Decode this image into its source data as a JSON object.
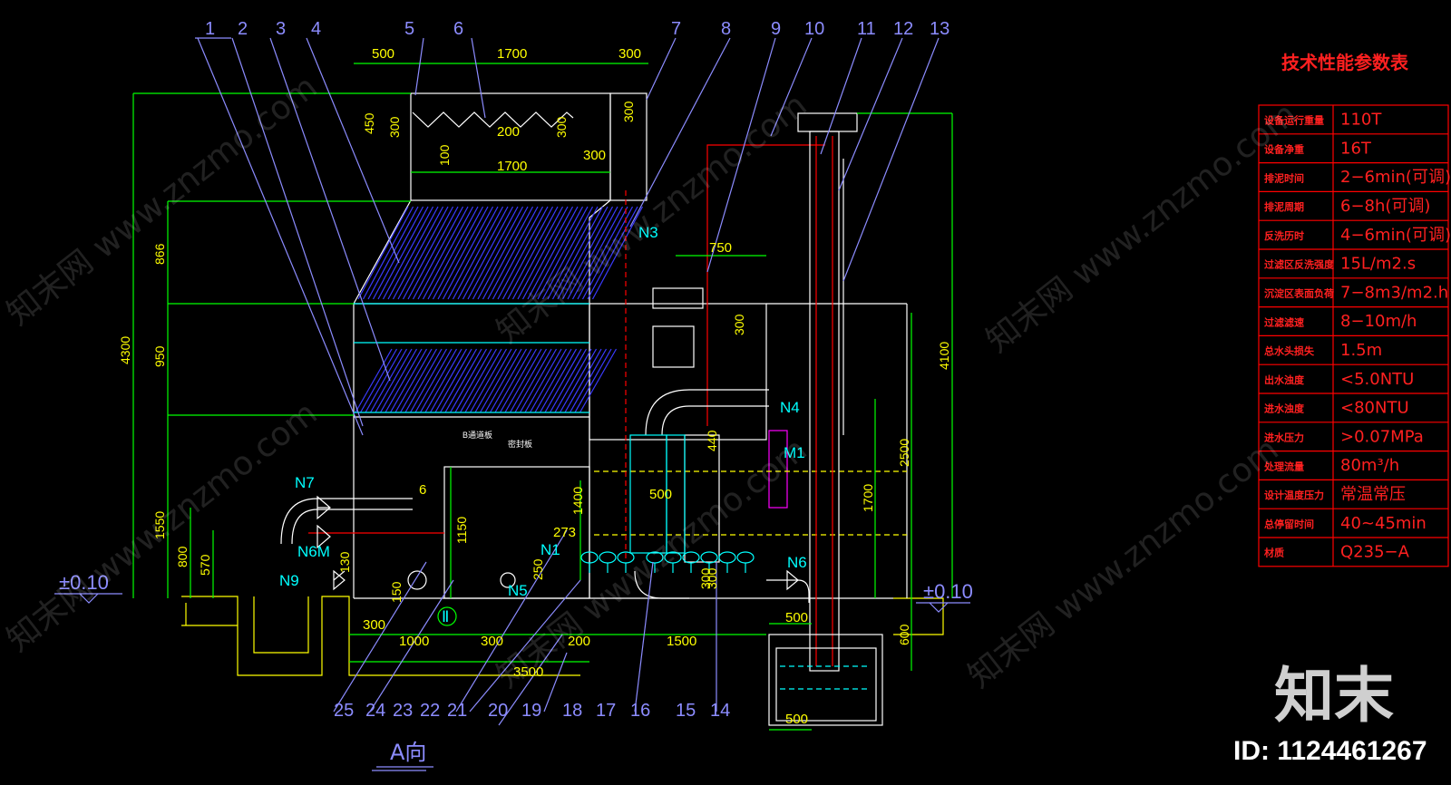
{
  "callouts": [
    "1",
    "2",
    "3",
    "4",
    "5",
    "6",
    "7",
    "8",
    "9",
    "10",
    "11",
    "12",
    "13",
    "14",
    "15",
    "16",
    "17",
    "18",
    "19",
    "20",
    "21",
    "22",
    "23",
    "24",
    "25"
  ],
  "nozzles": {
    "n1": "N1",
    "n3": "N3",
    "n4": "N4",
    "n5": "N5",
    "n6": "N6",
    "n6m": "N6M",
    "n7": "N7",
    "n9": "N9",
    "m1": "M1"
  },
  "dimensions": {
    "top_500": "500",
    "top_1700": "1700",
    "top_300": "300",
    "d_450": "450",
    "d_300a": "300",
    "d_300b": "300",
    "d_300c": "300",
    "d_200": "200",
    "d_100": "100",
    "d_1700b": "1700",
    "d_300d": "300",
    "d_4300": "4300",
    "d_866": "866",
    "d_950": "950",
    "d_1550": "1550",
    "d_800": "800",
    "d_570": "570",
    "d_750": "750",
    "d_300e": "300",
    "d_4100": "4100",
    "d_2500": "2500",
    "d_1700c": "1700",
    "d_6": "6",
    "d_1150": "1150",
    "d_1400": "1400",
    "d_273": "273",
    "d_500a": "500",
    "d_250": "250",
    "d_150": "150",
    "d_130": "130",
    "d_300f": "300",
    "d_300g": "300",
    "d_1000": "1000",
    "d_300h": "300",
    "d_200b": "200",
    "d_1500": "1500",
    "d_3500": "3500",
    "d_500b": "500",
    "d_500c": "500",
    "d_600": "600",
    "d_440": "440",
    "d_300i": "300"
  },
  "elevations": {
    "left": "±0.10",
    "right": "±0.10"
  },
  "small_labels": {
    "a": "B通道板",
    "b": "密封板"
  },
  "detail_mark": "Ⅱ",
  "view_label": "A向",
  "table": {
    "title": "技术性能参数表",
    "rows": [
      {
        "k": "设备运行重量",
        "v": "110T"
      },
      {
        "k": "设备净重",
        "v": "16T"
      },
      {
        "k": "排泥时间",
        "v": "2−6min(可调)"
      },
      {
        "k": "排泥周期",
        "v": "6−8h(可调)"
      },
      {
        "k": "反洗历时",
        "v": "4−6min(可调)"
      },
      {
        "k": "过滤区反洗强度",
        "v": "15L/m2.s"
      },
      {
        "k": "沉淀区表面负荷",
        "v": "7−8m3/m2.h"
      },
      {
        "k": "过滤滤速",
        "v": "8−10m/h"
      },
      {
        "k": "总水头损失",
        "v": "1.5m"
      },
      {
        "k": "出水浊度",
        "v": "<5.0NTU"
      },
      {
        "k": "进水浊度",
        "v": "<80NTU"
      },
      {
        "k": "进水压力",
        "v": ">0.07MPa"
      },
      {
        "k": "处理流量",
        "v": "80m³/h"
      },
      {
        "k": "设计温度压力",
        "v": "常温常压"
      },
      {
        "k": "总停留时间",
        "v": "40~45min"
      },
      {
        "k": "材质",
        "v": "Q235−A"
      }
    ]
  },
  "watermark": {
    "logo": "知末",
    "id": "ID: 1124461267",
    "site": "知末网 www.znzmo.com"
  },
  "colors": {
    "background": "#000000",
    "outline": "#ff00ff",
    "dimension": "#00ff00",
    "dim_text": "#ffff00",
    "pipe": "#ff0000",
    "water": "#00ffff",
    "callout": "#8c8cff",
    "media": "#2020ff",
    "table_text": "#ff2020"
  }
}
